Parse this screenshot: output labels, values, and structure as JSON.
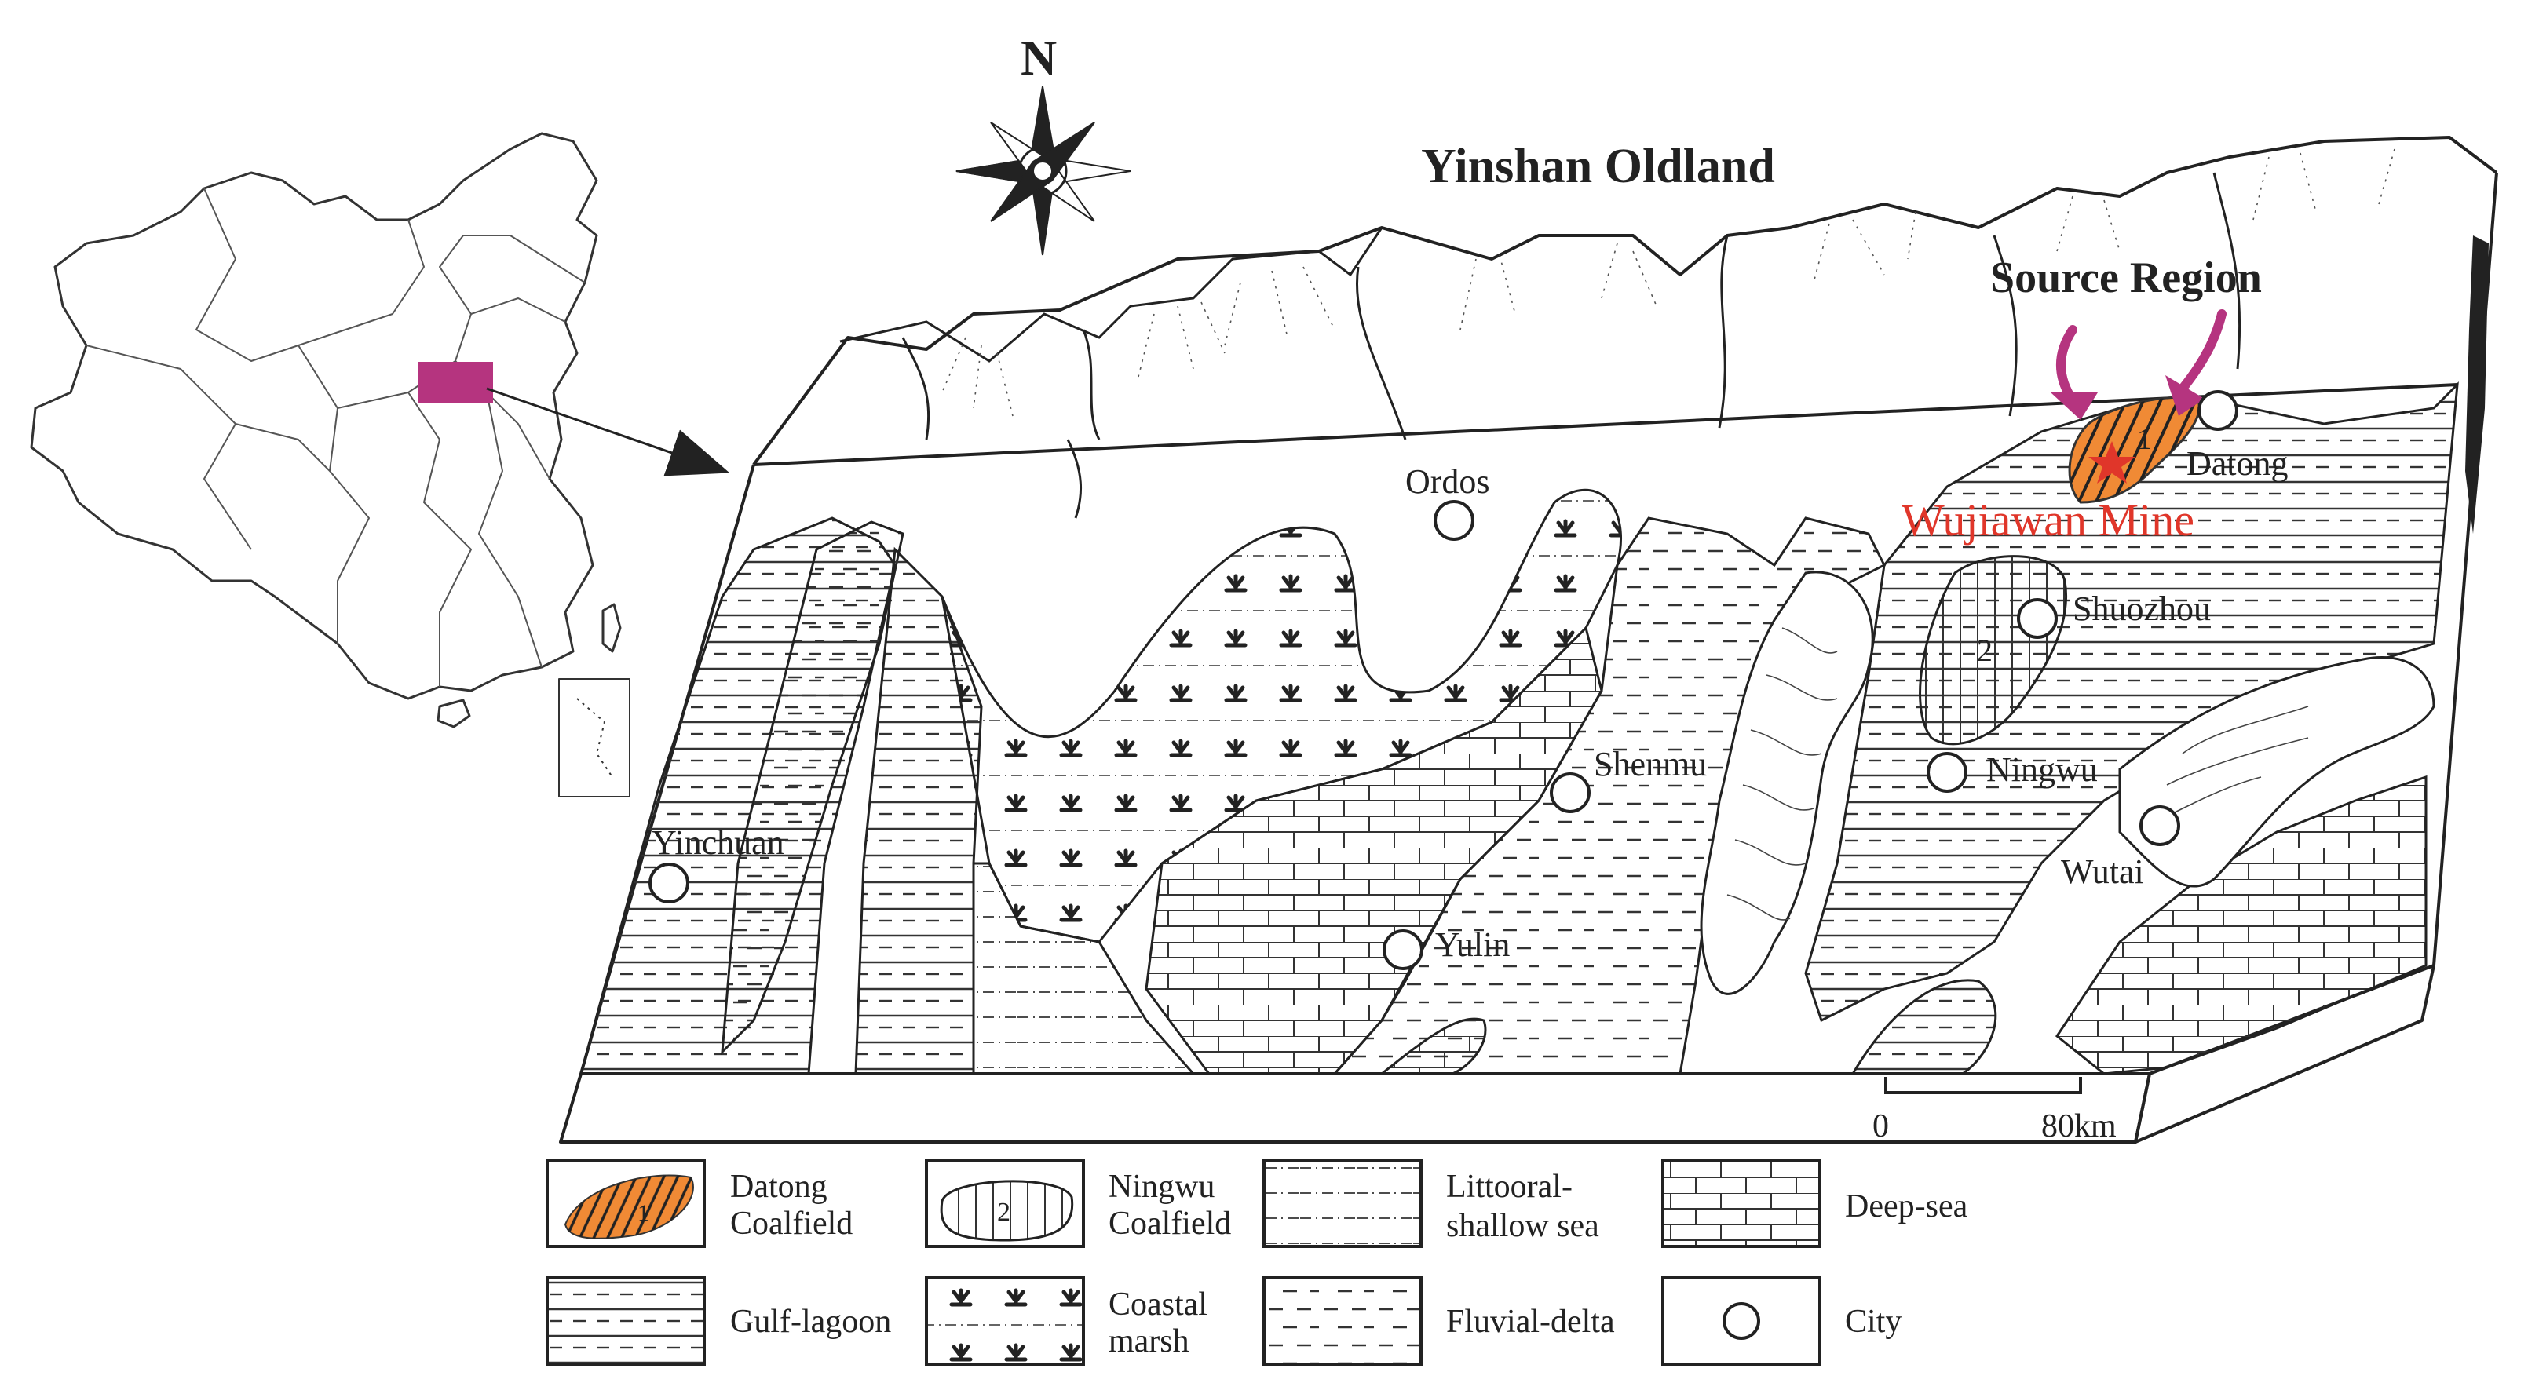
{
  "north_label": "N",
  "titles": {
    "oldland": "Yinshan Oldland",
    "source_region": "Source Region",
    "mine": "Wujiawan Mine"
  },
  "cities": [
    {
      "id": "ordos",
      "name": "Ordos"
    },
    {
      "id": "datong",
      "name": "Datong"
    },
    {
      "id": "shuozhou",
      "name": "Shuozhou"
    },
    {
      "id": "shenmu",
      "name": "Shenmu"
    },
    {
      "id": "ningwu",
      "name": "Ningwu"
    },
    {
      "id": "yinchuan",
      "name": "Yinchuan"
    },
    {
      "id": "wutai",
      "name": "Wutai"
    },
    {
      "id": "yulin",
      "name": "Yulin"
    }
  ],
  "coalfield_numbers": {
    "datong": "1",
    "ningwu": "2"
  },
  "scale": {
    "start": "0",
    "end": "80km"
  },
  "legend": [
    {
      "id": "datong-coalfield",
      "lines": [
        "Datong",
        "Coalfield"
      ],
      "swatch_text": "1"
    },
    {
      "id": "ningwu-coalfield",
      "lines": [
        "Ningwu",
        "Coalfield"
      ],
      "swatch_text": "2"
    },
    {
      "id": "littoral-shallow-sea",
      "lines": [
        "Littooral-",
        "shallow sea"
      ]
    },
    {
      "id": "deep-sea",
      "lines": [
        "Deep-sea"
      ]
    },
    {
      "id": "gulf-lagoon",
      "lines": [
        "Gulf-lagoon"
      ]
    },
    {
      "id": "coastal-marsh",
      "lines": [
        "Coastal",
        "marsh"
      ]
    },
    {
      "id": "fluvial-delta",
      "lines": [
        "Fluvial-delta"
      ]
    },
    {
      "id": "city",
      "lines": [
        "City"
      ]
    }
  ],
  "colors": {
    "coalfield": "#f08a35",
    "mine_marker": "#e0362a",
    "locator_box": "#b5347f",
    "arrows": "#b5347f",
    "line": "#222222"
  }
}
